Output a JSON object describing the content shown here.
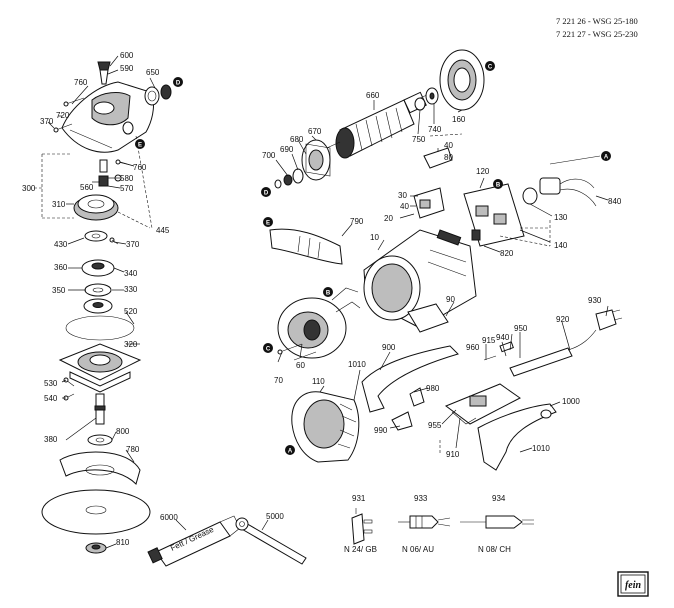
{
  "header": {
    "line1": "7 221 26 - WSG 25-180",
    "line2": "7 221 27 - WSG 25-230"
  },
  "callouts": {
    "A": "A",
    "B": "B",
    "C": "C",
    "D": "D",
    "E": "E"
  },
  "parts": {
    "p600": "600",
    "p590": "590",
    "p650": "650",
    "p760a": "760",
    "p720": "720",
    "p370a": "370",
    "p760b": "760",
    "p580": "580",
    "p560": "560",
    "p570": "570",
    "p300": "300",
    "p310": "310",
    "p445": "445",
    "p430": "430",
    "p370b": "370",
    "p360": "360",
    "p340": "340",
    "p350": "350",
    "p330": "330",
    "p520": "520",
    "p320": "320",
    "p530": "530",
    "p540": "540",
    "p380": "380",
    "p800": "800",
    "p780": "780",
    "p810": "810",
    "p660": "660",
    "p160": "160",
    "p740": "740",
    "p750": "750",
    "p680": "680",
    "p670": "670",
    "p690": "690",
    "p700": "700",
    "p40a": "40",
    "p80": "80",
    "p30": "30",
    "p40b": "40",
    "p20": "20",
    "p120": "120",
    "p840": "840",
    "p130": "130",
    "p140": "140",
    "p820": "820",
    "p790": "790",
    "p10": "10",
    "p90": "90",
    "p60": "60",
    "p70": "70",
    "p930": "930",
    "p920": "920",
    "p950": "950",
    "p940": "940",
    "p915": "915",
    "p960": "960",
    "p900": "900",
    "p1010a": "1010",
    "p110": "110",
    "p980": "980",
    "p990": "990",
    "p955": "955",
    "p910": "910",
    "p1000": "1000",
    "p1010b": "1010",
    "p6000": "6000",
    "p5000": "5000",
    "p931": "931",
    "p933": "933",
    "p934": "934"
  },
  "plug_labels": {
    "gb": "N 24/ GB",
    "au": "N 06/ AU",
    "ch": "N 08/ CH"
  },
  "tube_text": "Fett / Grease",
  "logo_text": "fein"
}
